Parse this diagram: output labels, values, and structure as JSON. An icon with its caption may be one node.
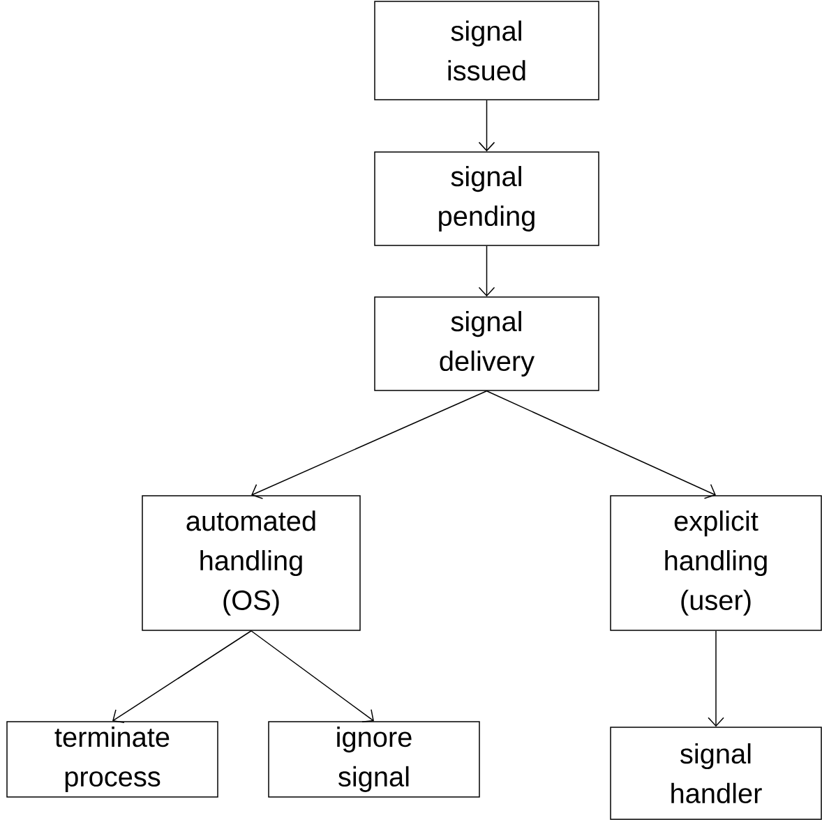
{
  "diagram": {
    "nodes": [
      {
        "text": [
          "signal issued"
        ]
      },
      {
        "text": [
          "signal pending"
        ]
      },
      {
        "text": [
          "signal delivery"
        ]
      },
      {
        "text": [
          "automated handling (OS)"
        ]
      },
      {
        "text": [
          "explicit handling (user)"
        ]
      },
      {
        "text": [
          "terminate process"
        ]
      },
      {
        "text": [
          "ignore signal"
        ]
      },
      {
        "text": [
          "signal handler"
        ]
      }
    ],
    "edges": [
      {
        "from": 0,
        "to": 1,
        "arrow": "to"
      },
      {
        "from": 1,
        "to": 2,
        "arrow": "to"
      },
      {
        "from": 2,
        "to": 3,
        "arrow": "to"
      },
      {
        "from": 2,
        "to": 4,
        "arrow": "to"
      },
      {
        "from": 3,
        "to": 5,
        "arrow": "to"
      },
      {
        "from": 3,
        "to": 6,
        "arrow": "to"
      },
      {
        "from": 4,
        "to": 7,
        "arrow": "to"
      }
    ]
  }
}
